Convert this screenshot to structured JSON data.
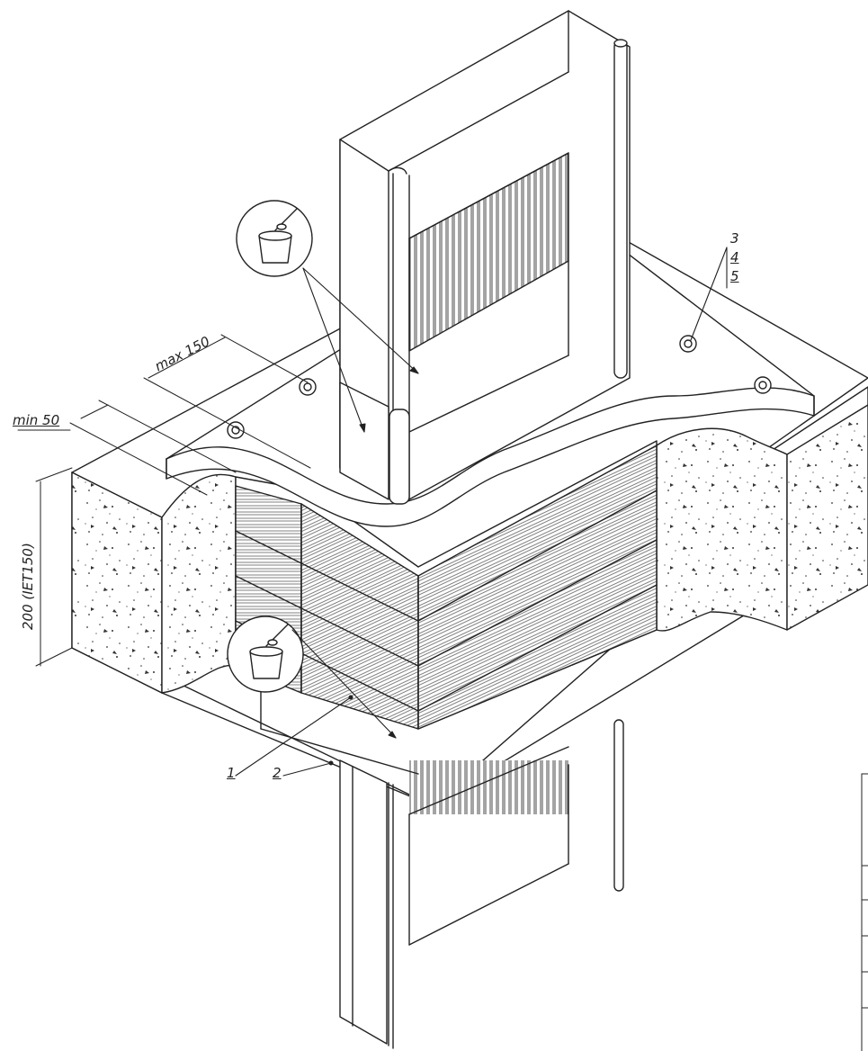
{
  "dimensions": {
    "max_spacing": "max 150",
    "min_overlap": "min 50",
    "slab_thickness": "200 (IET150)"
  },
  "callouts": {
    "item1": "1",
    "item2": "2",
    "item3": "3",
    "item4": "4",
    "item5": "5"
  },
  "icons": [
    "sealant-bucket-icon",
    "sealant-bucket-icon"
  ],
  "colors": {
    "line": "#222222",
    "background": "#ffffff"
  }
}
